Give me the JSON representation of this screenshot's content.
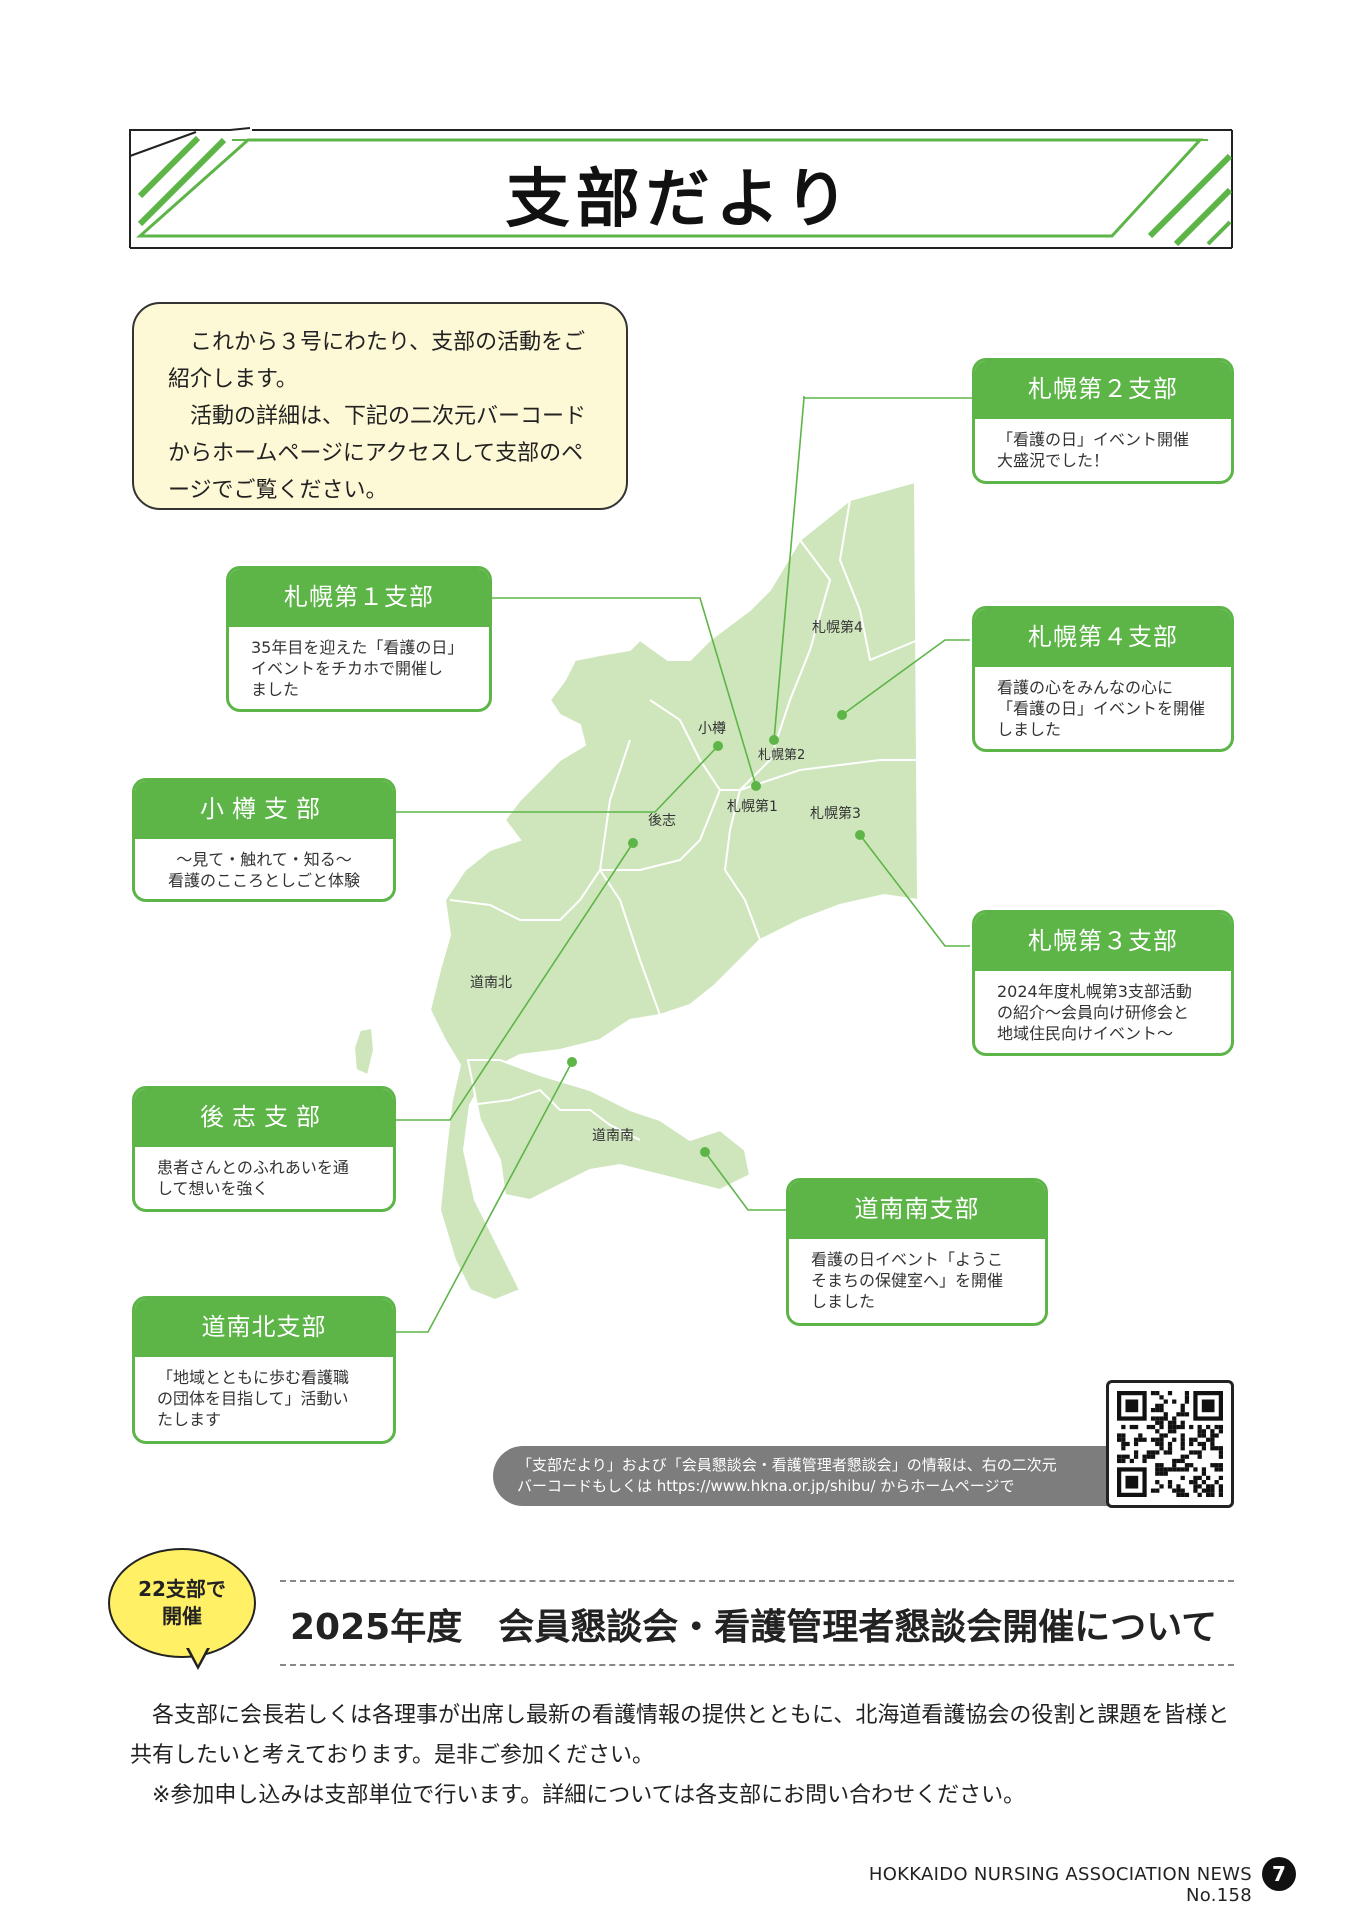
{
  "page_title": "支部だより",
  "intro": {
    "lines": [
      "これから３号にわたり、支部の活動をご紹介します。",
      "活動の詳細は、下記の二次元バーコードからホームページにアクセスして支部のページでご覧ください。"
    ]
  },
  "map_labels": {
    "sapporo4": "札幌第4",
    "otaru": "小樽",
    "sapporo2": "札幌第2",
    "sapporo1": "札幌第1",
    "shiribeshi": "後志",
    "sapporo3": "札幌第3",
    "dounanhoku": "道南北",
    "dounannan": "道南南"
  },
  "branches": {
    "sapporo2": {
      "name": "札幌第２支部",
      "text": [
        "「看護の日」イベント開催",
        "大盛況でした！"
      ]
    },
    "sapporo1": {
      "name": "札幌第１支部",
      "text": [
        "35年目を迎えた「看護の日」",
        "イベントをチカホで開催し",
        "ました"
      ]
    },
    "sapporo4": {
      "name": "札幌第４支部",
      "text": [
        "看護の心をみんなの心に",
        "「看護の日」イベントを開催",
        "しました"
      ]
    },
    "otaru": {
      "name": "小樽支部",
      "text": [
        "～見て・触れて・知る～",
        "看護のこころとしごと体験"
      ]
    },
    "sapporo3": {
      "name": "札幌第３支部",
      "text": [
        "2024年度札幌第3支部活動",
        "の紹介～会員向け研修会と",
        "地域住民向けイベント～"
      ]
    },
    "shiribeshi": {
      "name": "後志支部",
      "text": [
        "患者さんとのふれあいを通",
        "して想いを強く"
      ]
    },
    "dounannan": {
      "name": "道南南支部",
      "text": [
        "看護の日イベント「ようこ",
        "そまちの保健室へ」を開催",
        "しました"
      ]
    },
    "dounanhoku": {
      "name": "道南北支部",
      "text": [
        "「地域とともに歩む看護職",
        "の団体を目指して」活動い",
        "たします"
      ]
    }
  },
  "notice": {
    "lines": [
      "「支部だより」および「会員懇談会・看護管理者懇談会」の情報は、右の二次元",
      "バーコードもしくは https://www.hkna.or.jp/shibu/ からホームページで"
    ]
  },
  "bubble": {
    "lines": [
      "22支部で",
      "開催"
    ]
  },
  "section": {
    "title": "2025年度　会員懇談会・看護管理者懇談会開催について",
    "paragraph1": "各支部に会長若しくは各理事が出席し最新の看護情報の提供とともに、北海道看護協会の役割と課題を皆様と共有したいと考えております。是非ご参加ください。",
    "paragraph2": "※参加申し込みは支部単位で行います。詳細については各支部にお問い合わせください。"
  },
  "footer": {
    "text": "HOKKAIDO NURSING ASSOCIATION NEWS No.158",
    "page_number": "7"
  },
  "colors": {
    "accent_green": "#5db548",
    "map_green": "#cfe6bd",
    "intro_bg": "#fdf8d6",
    "bubble_yellow": "#fff066",
    "notice_gray": "#7d7d7d"
  }
}
